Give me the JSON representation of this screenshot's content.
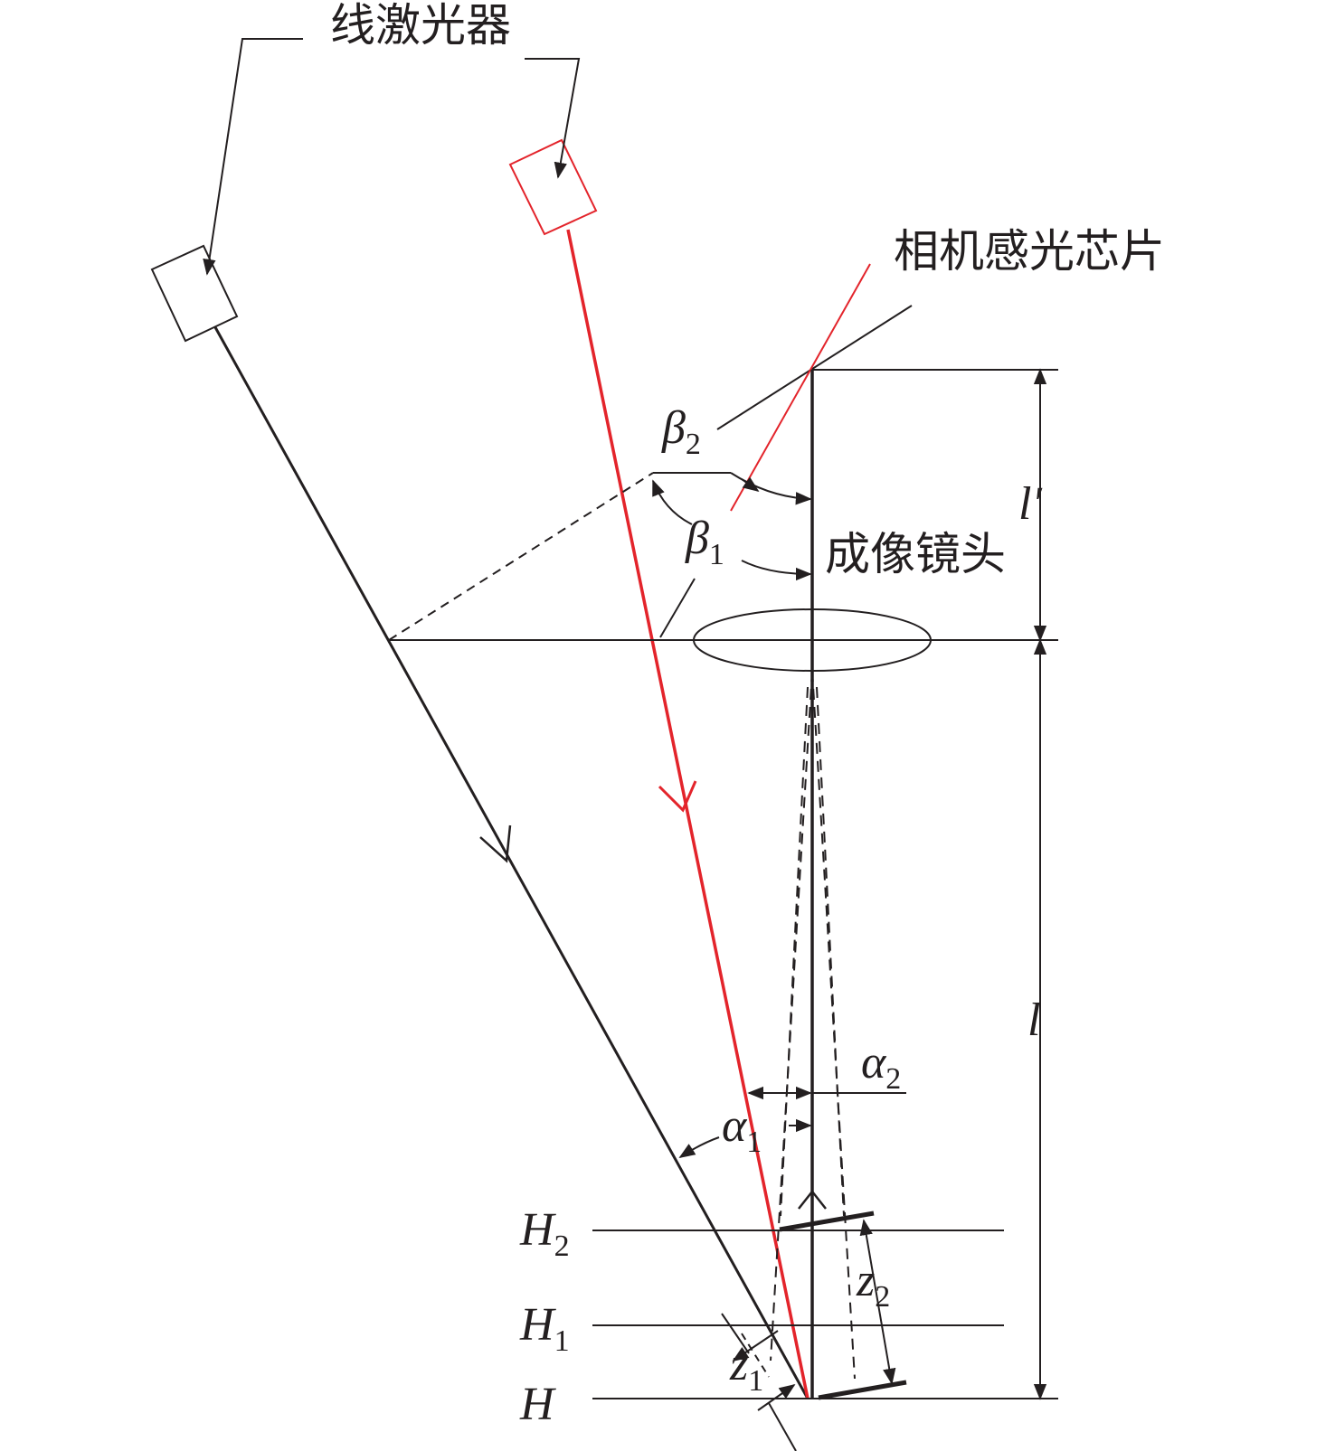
{
  "labels": {
    "laser": "线激光器",
    "sensor": "相机感光芯片",
    "lens": "成像镜头"
  },
  "symbols": {
    "beta2": {
      "base": "β",
      "sub": "2"
    },
    "beta1": {
      "base": "β",
      "sub": "1"
    },
    "alpha2": {
      "base": "α",
      "sub": "2"
    },
    "alpha1": {
      "base": "α",
      "sub": "1"
    },
    "l_prime": "l′",
    "l": "l",
    "H2": {
      "base": "H",
      "sub": "2"
    },
    "H1": {
      "base": "H",
      "sub": "1"
    },
    "H": "H",
    "z2": {
      "base": "z",
      "sub": "2"
    },
    "z1": {
      "base": "z",
      "sub": "1"
    }
  },
  "colors": {
    "line": "#231f20",
    "laser_beam": "#e3242b"
  }
}
